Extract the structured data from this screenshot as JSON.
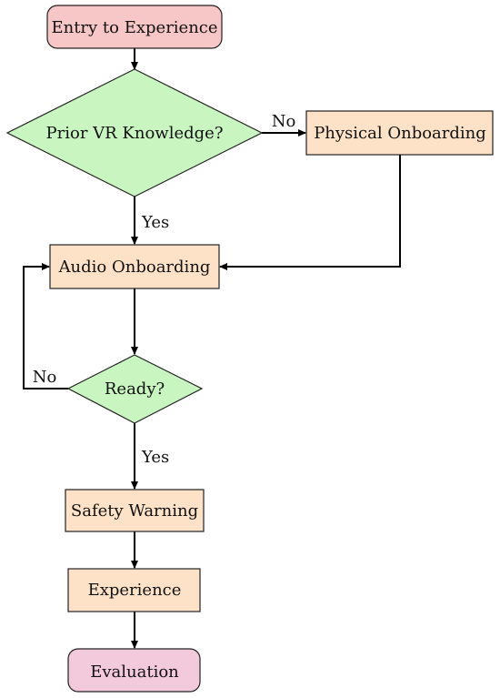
{
  "nodes": {
    "entry": "Entry to Experience",
    "prior_vr": "Prior VR Knowledge?",
    "physical": "Physical Onboarding",
    "audio": "Audio Onboarding",
    "ready": "Ready?",
    "safety": "Safety Warning",
    "experience": "Experience",
    "evaluation": "Evaluation"
  },
  "edge_labels": {
    "prior_vr_no": "No",
    "prior_vr_yes": "Yes",
    "ready_no": "No",
    "ready_yes": "Yes"
  },
  "colors": {
    "start_fill": "#f7c6c7",
    "decision_fill": "#c8f5c0",
    "process_fill": "#fde2c8",
    "end_fill": "#f3c9dc"
  }
}
